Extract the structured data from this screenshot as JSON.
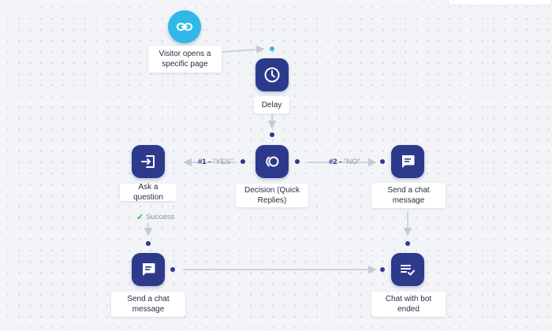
{
  "nodes": {
    "visitor": {
      "label": "Visitor opens a specific page",
      "icon": "link-icon"
    },
    "delay": {
      "label": "Delay",
      "icon": "clock-icon"
    },
    "decision": {
      "label": "Decision (Quick Replies)",
      "icon": "decision-icon"
    },
    "ask": {
      "label": "Ask a question",
      "icon": "input-arrow-icon"
    },
    "send_right": {
      "label": "Send a chat message",
      "icon": "chat-bubble-icon"
    },
    "send_left": {
      "label": "Send a chat message",
      "icon": "chat-bubble-icon"
    },
    "ended": {
      "label": "Chat with bot ended",
      "icon": "list-check-icon"
    }
  },
  "edges": {
    "yes": {
      "num": "#1 -",
      "text": "\"YES\""
    },
    "no": {
      "num": "#2 -",
      "text": "\"NO\""
    },
    "success": "Success"
  },
  "colors": {
    "node": "#2d3a8c",
    "trigger": "#2fb8e8",
    "wire": "#c4c9d3",
    "success": "#3bb54a"
  }
}
